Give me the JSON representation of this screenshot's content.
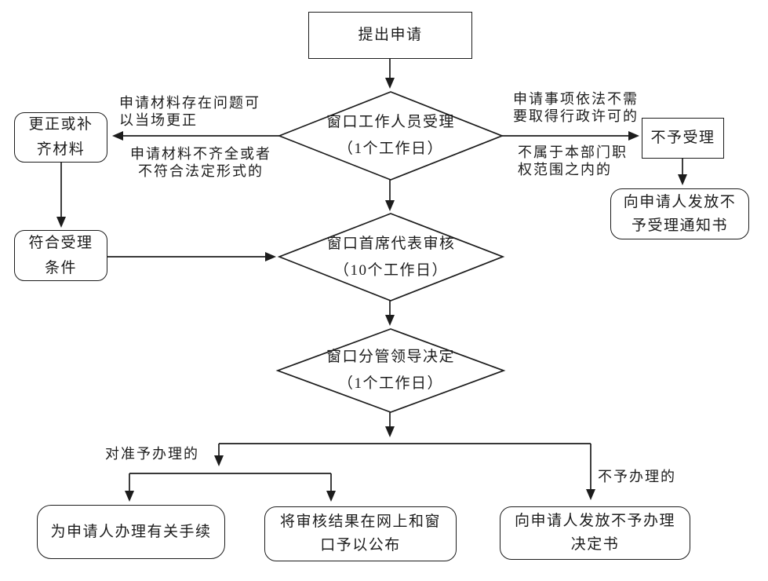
{
  "canvas": {
    "background_color": "#ffffff",
    "line_color": "#1c1c1c",
    "text_color": "#1c1c1c"
  },
  "nodes": {
    "start": {
      "label": "提出申请",
      "shape": "rectangle"
    },
    "decision_accept": {
      "label": "窗口工作人员受理\n（1个工作日）",
      "shape": "diamond"
    },
    "correct": {
      "label": "更正或补\n齐材料",
      "shape": "rounded-rectangle"
    },
    "qualify": {
      "label": "符合受理\n条件",
      "shape": "rounded-rectangle"
    },
    "no_accept": {
      "label": "不予受理",
      "shape": "rectangle"
    },
    "no_accept_notice": {
      "label": "向申请人发放不\n予受理通知书",
      "shape": "rounded-rectangle"
    },
    "decision_review": {
      "label": "窗口首席代表审核\n（10个工作日）",
      "shape": "diamond"
    },
    "decision_decide": {
      "label": "窗口分管领导决定\n（1个工作日）",
      "shape": "diamond"
    },
    "handle": {
      "label": "为申请人办理有关手续",
      "shape": "rounded-rectangle"
    },
    "publish": {
      "label": "将审核结果在网上和窗\n口予以公布",
      "shape": "rounded-rectangle"
    },
    "no_handle_notice": {
      "label": "向申请人发放不予办理\n决定书",
      "shape": "rounded-rectangle"
    }
  },
  "edge_labels": {
    "can_correct": "申请材料存在问题可\n以当场更正",
    "incomplete": "申请材料不齐全或者\n不符合法定形式的",
    "no_license_needed": "申请事项依法不需\n要取得行政许可的",
    "not_in_scope": "不属于本部门职\n权范围之内的",
    "approved": "对准予办理的",
    "not_approved": "不予办理的"
  }
}
